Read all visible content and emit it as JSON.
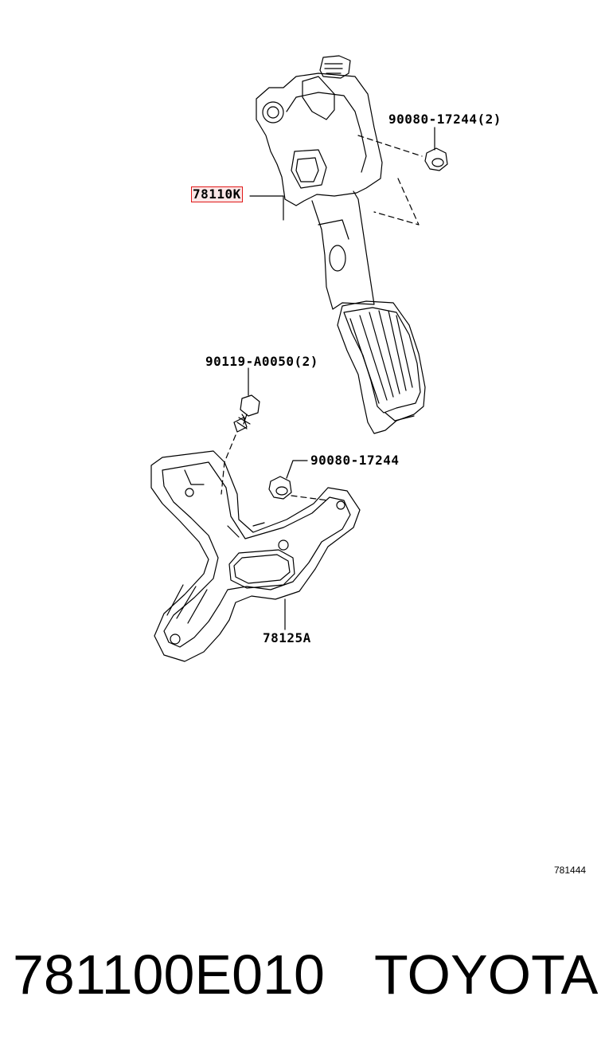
{
  "callouts": {
    "nut_upper": "90080-17244(2)",
    "pedal_assembly": "78110K",
    "bolt": "90119-A0050(2)",
    "nut_lower": "90080-17244",
    "bracket": "78125A"
  },
  "ref_code": "781444",
  "footer": {
    "part_number": "781100E010",
    "brand": "TOYOTA"
  },
  "colors": {
    "highlight_border": "#e01818",
    "line": "#000000"
  }
}
